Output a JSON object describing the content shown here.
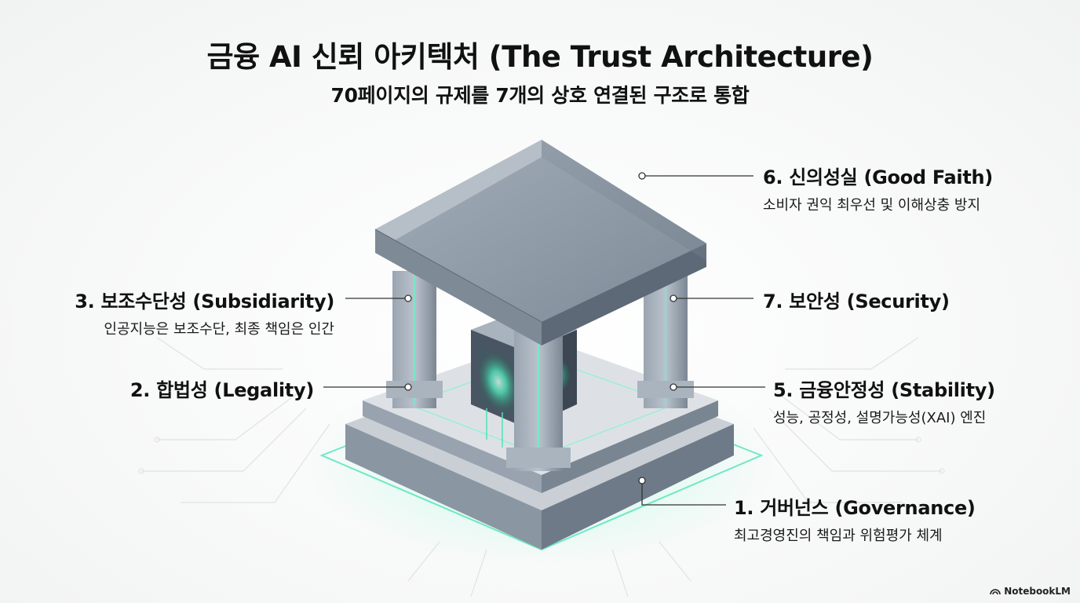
{
  "title": "금융 AI 신뢰 아키텍처 (The Trust Architecture)",
  "subtitle": "70페이지의 규제를 7개의 상호 연결된 구조로 통합",
  "pillars": [
    {
      "id": "governance",
      "heading": "1. 거버넌스 (Governance)",
      "desc": "최고경영진의 책임과 위험평가 체계"
    },
    {
      "id": "legality",
      "heading": "2. 합법성 (Legality)",
      "desc": ""
    },
    {
      "id": "subsidiarity",
      "heading": "3. 보조수단성 (Subsidiarity)",
      "desc": "인공지능은 보조수단, 최종 책임은 인간"
    },
    {
      "id": "stability",
      "heading": "5. 금융안정성 (Stability)",
      "desc": "성능, 공정성, 설명가능성(XAI) 엔진"
    },
    {
      "id": "good-faith",
      "heading": "6. 신의성실 (Good Faith)",
      "desc": "소비자 권익 최우선 및 이해상충 방지"
    },
    {
      "id": "security",
      "heading": "7. 보안성 (Security)",
      "desc": ""
    }
  ],
  "brand": {
    "label": "NotebookLM",
    "icon": "notebooklm-logo-icon"
  },
  "colors": {
    "stone": "#8d99a6",
    "stone_dark": "#6b7785",
    "glow": "#3fe0b0",
    "leader": "#333333"
  }
}
